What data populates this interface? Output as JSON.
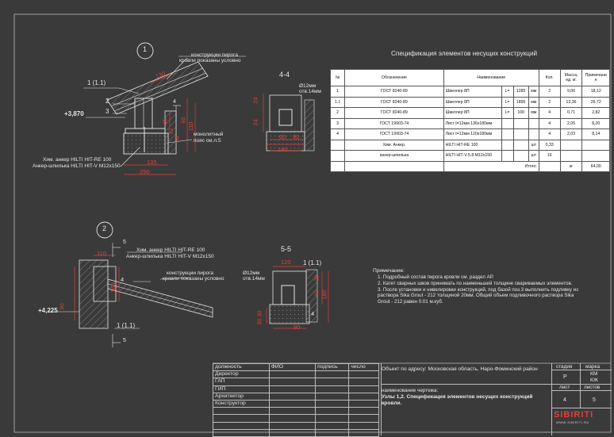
{
  "details": {
    "node1_number": "1",
    "node2_number": "2",
    "section_44": "4-4",
    "section_55": "5-5"
  },
  "node1": {
    "roof_note_l1": "конструкции пирога",
    "roof_note_l2": "кровли показаны условно",
    "layer_label": "1 (1.1)",
    "elevation": "+3,870",
    "pos2": "2",
    "pos3": "3",
    "sec4": "4",
    "slab_note_l1": "монолитный",
    "slab_note_l2": "пояс см.л.5",
    "anchor_l1": "Хим. анкер HILTI HIT-RE 100",
    "anchor_l2": "Анкер-шпилька HILTI HIT-V M12x150",
    "dims": {
      "d130": "130",
      "d135": "135",
      "d250": "250",
      "d60": "60",
      "d110": "110",
      "d90": "90",
      "d45": "45",
      "d23": "23"
    }
  },
  "section44": {
    "bolt_l1": "Ø12мм",
    "bolt_l2": "отв.14мм",
    "dims": {
      "d24a": "24",
      "d24b": "24",
      "d80": "80",
      "d60": "60",
      "d180": "180"
    }
  },
  "node2": {
    "sec5": "5",
    "anchor_l1": "Хим. анкер HILTI HIT-RE 100",
    "anchor_l2": "Анкер-шпилька HILTI HIT-V M12x150",
    "roof_note_l1": "конструкции пирога",
    "roof_note_l2": "кровли показаны условно",
    "pos4": "4",
    "elevation": "+4,225",
    "layer_label": "1 (1.1)",
    "sec5b": "5",
    "dims": {
      "d110": "110",
      "d90": "90",
      "d160": "160"
    }
  },
  "section55": {
    "layer_label": "1 (1.1)",
    "bolt_l1": "Ø12мм",
    "bolt_l2": "отв.14мм",
    "pos4": "4",
    "dims": {
      "d120": "120",
      "d20": "20",
      "d60": "60",
      "d180": "180",
      "d30": "30",
      "d80": "80",
      "d50": "50"
    }
  },
  "spec": {
    "title": "Спецификация элементов несущих конструкций",
    "headers": [
      "№",
      "Обозначение",
      "Наименование",
      "Кол.",
      "Масса, ед. кг.",
      "Примечани е"
    ],
    "rows": [
      [
        "1",
        "ГОСТ 8240-89",
        "Швеллер 8П",
        "L=",
        "1285",
        "мм",
        "2",
        "9,06",
        "18,12"
      ],
      [
        "1.1",
        "ГОСТ 8240-89",
        "Швеллер 8П",
        "L=",
        "1895",
        "мм",
        "2",
        "13,36",
        "26,72"
      ],
      [
        "2",
        "ГОСТ 8240-89",
        "Швеллер 8П",
        "L=",
        "100",
        "мм",
        "4",
        "0,71",
        "2,82"
      ],
      [
        "3",
        "ГОСТ 19903-74",
        "Лист t=12мм 136х180мм",
        "",
        "",
        "",
        "4",
        "2,05",
        "8,20"
      ],
      [
        "4",
        "ГОСТ 19903-74",
        "Лист t=12мм 120х180мм",
        "",
        "",
        "",
        "4",
        "2,03",
        "8,14"
      ],
      [
        "",
        "Хим. Анкер.",
        "HILTI HIT-RE 100",
        "",
        "",
        "шт",
        "0,33",
        "",
        ""
      ],
      [
        "",
        "анкер-шпилька",
        "HILTI HIT-V-5.8 M12x150",
        "",
        "",
        "шт",
        "16",
        "",
        ""
      ]
    ],
    "total_label": "Итого:",
    "total_unit": "кг",
    "total_value": "64,00"
  },
  "notes": {
    "title": "Примечание:",
    "items": [
      "1.    Подробный состав пирога кровли см. раздел АР.",
      "2.    Катет сварных швов принимать по наименьшей толщине свариваемых элементов.",
      "3.    После установки и нивелировки конструкций, под базой поз.3 выполнить подливку из",
      "        раствора Sika Grout - 212 толщиной 20мм. Общий объем подливочного раствора Sika",
      "        Grout - 212 равен 0.01 м.куб."
    ]
  },
  "titleblock": {
    "col_headers": [
      "должность",
      "ФИО",
      "подпись",
      "число"
    ],
    "roles": [
      "Директор",
      "ГАП",
      "ГИП",
      "Архитектор",
      "Конструктор"
    ],
    "object": "Объект по адресу: Московская область, Наро-Фоминский район",
    "stage_h": "стадия",
    "mark_h": "марка",
    "stage": "Р",
    "mark_l1": "КМ",
    "mark_l2": "КЖ",
    "sheet_h": "лист",
    "sheets_h": "листов",
    "sheet": "4",
    "sheets": "5",
    "name_label": "наименование чертежа:",
    "name_l1": "Узлы 1,2. Спецификация элементов несущих конструкций",
    "name_l2": "кровли.",
    "logo": "SIBIRITI",
    "logo_sub": "WWW.SIBIRITI.RU"
  },
  "colors": {
    "background": "#3a3a3a",
    "line": "#e6e6e6",
    "dimension": "#e0413a",
    "hatch": "#7a7a7a",
    "table_bg": "#ffffff"
  }
}
